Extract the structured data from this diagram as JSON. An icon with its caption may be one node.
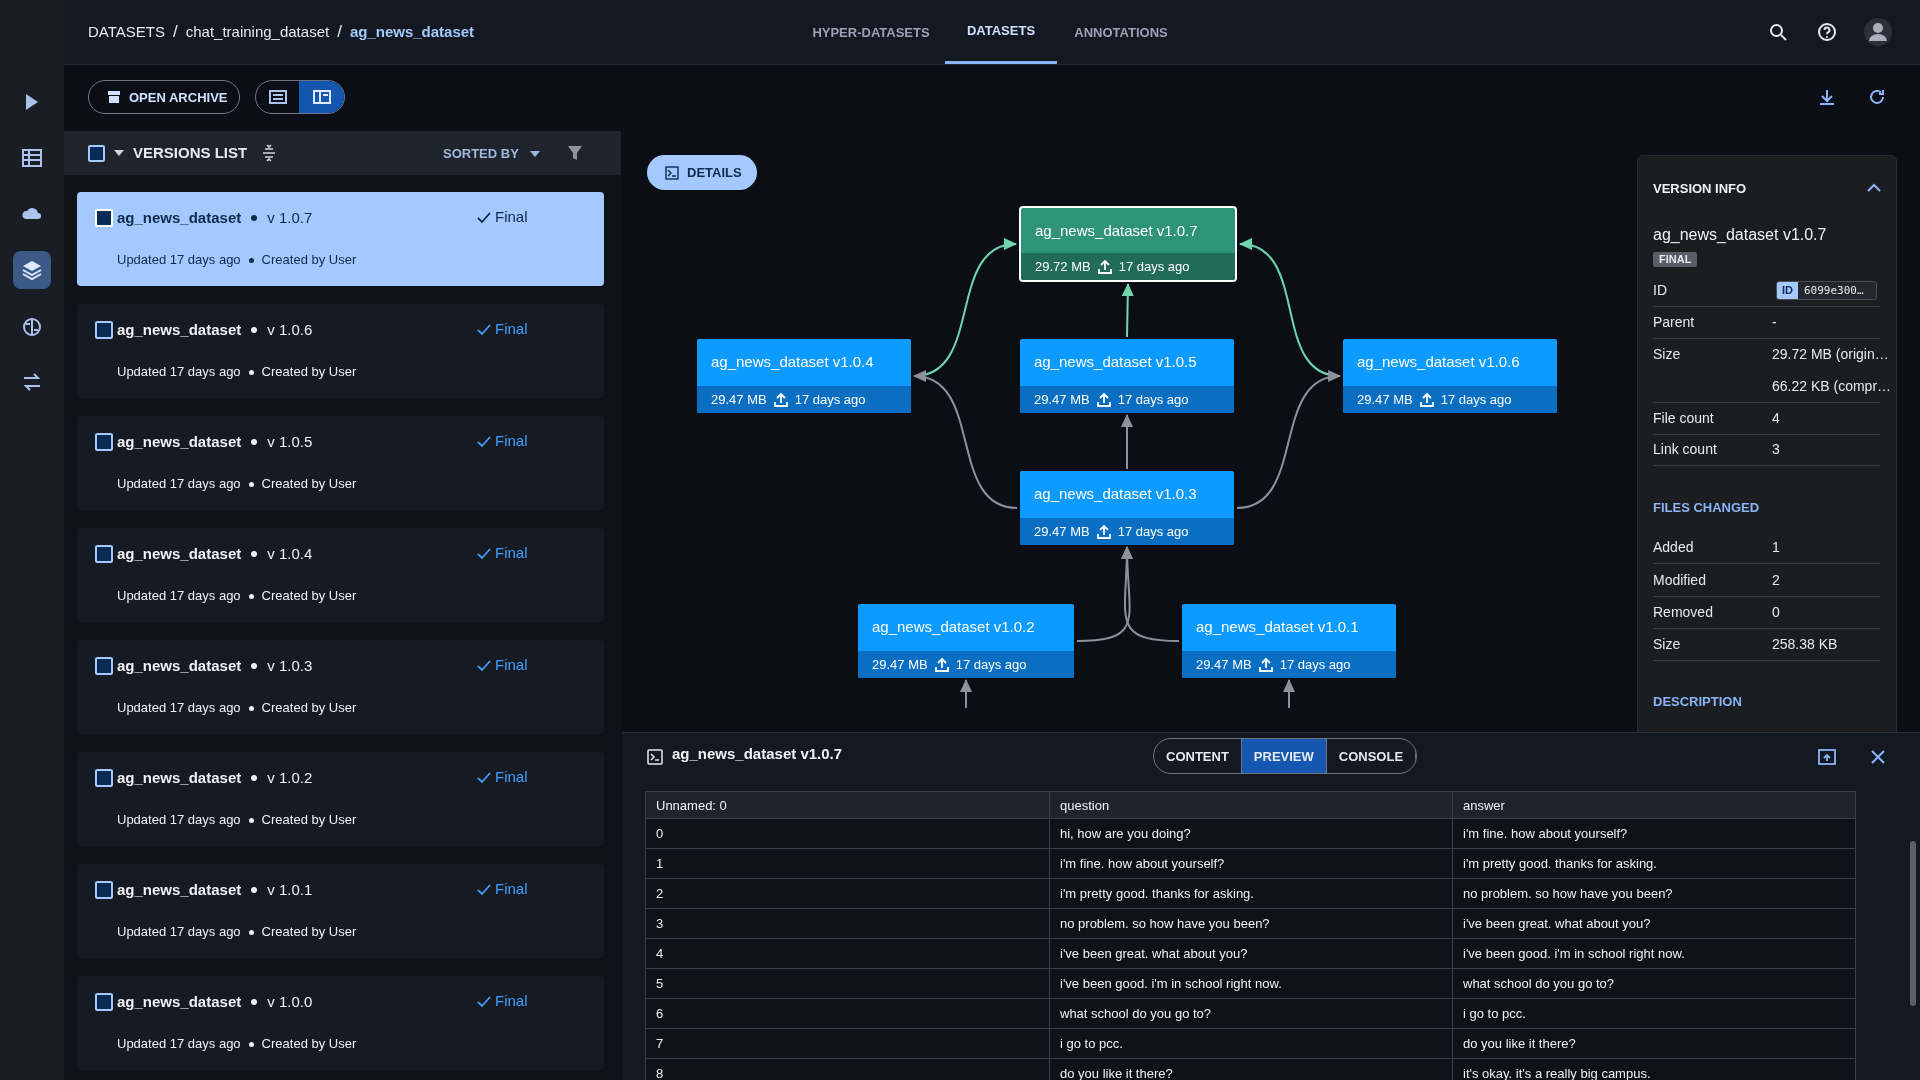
{
  "diagram": {
    "nodes": [
      {
        "text": [
          "ag_news_dataset",
          "v 1.0.7",
          "Final",
          "Updated 17 days ago",
          "Created by User"
        ]
      },
      {
        "text": [
          "ag_news_dataset",
          "v 1.0.6",
          "Final",
          "Updated 17 days ago",
          "Created by User"
        ]
      },
      {
        "text": [
          "ag_news_dataset",
          "v 1.0.5",
          "Final",
          "Updated 17 days ago",
          "Created by User"
        ]
      },
      {
        "text": [
          "ag_news_dataset",
          "v 1.0.4",
          "Final",
          "Updated 17 days ago",
          "Created by User"
        ]
      },
      {
        "text": [
          "ag_news_dataset",
          "v 1.0.3",
          "Final",
          "Updated 17 days ago",
          "Created by User"
        ]
      },
      {
        "text": [
          "ag_news_dataset",
          "v 1.0.2",
          "Final",
          "Updated 17 days ago",
          "Created by User"
        ]
      },
      {
        "text": [
          "ag_news_dataset",
          "v 1.0.1",
          "Final",
          "Updated 17 days ago",
          "Created by User"
        ]
      },
      {
        "text": [
          "ag_news_dataset",
          "v 1.0.0",
          "Final",
          "Updated 17 days ago",
          "Created by User"
        ]
      },
      {
        "text": [
          "ag_news_dataset v1.0.7",
          "29.72 MB",
          "17 days ago"
        ]
      },
      {
        "text": [
          "ag_news_dataset v1.0.4",
          "29.47 MB",
          "17 days ago"
        ]
      },
      {
        "text": [
          "ag_news_dataset v1.0.5",
          "29.47 MB",
          "17 days ago"
        ]
      },
      {
        "text": [
          "ag_news_dataset v1.0.6",
          "29.47 MB",
          "17 days ago"
        ]
      },
      {
        "text": [
          "ag_news_dataset v1.0.3",
          "29.47 MB",
          "17 days ago"
        ]
      },
      {
        "text": [
          "ag_news_dataset v1.0.2",
          "29.47 MB",
          "17 days ago"
        ]
      },
      {
        "text": [
          "ag_news_dataset v1.0.1",
          "29.47 MB",
          "17 days ago"
        ]
      }
    ],
    "edges": [
      {
        "from": 9,
        "to": 8,
        "arrow": "to",
        "color": "#6fd6b0"
      },
      {
        "from": 10,
        "to": 8,
        "arrow": "to",
        "color": "#6fd6b0"
      },
      {
        "from": 11,
        "to": 8,
        "arrow": "to",
        "color": "#6fd6b0"
      },
      {
        "from": 12,
        "to": 9,
        "arrow": "to"
      },
      {
        "from": 12,
        "to": 10,
        "arrow": "to"
      },
      {
        "from": 12,
        "to": 11,
        "arrow": "to"
      },
      {
        "from": 13,
        "to": 12,
        "arrow": "to"
      },
      {
        "from": 14,
        "to": 12,
        "arrow": "to"
      },
      {
        "from": null,
        "to": 13,
        "arrow": "to"
      },
      {
        "from": null,
        "to": 14,
        "arrow": "to"
      }
    ],
    "labels": [
      "DATASETS",
      "/",
      "chat_training_dataset",
      "/",
      "ag_news_dataset",
      "HYPER-DATASETS",
      "DATASETS",
      "ANNOTATIONS",
      "OPEN ARCHIVE",
      "VERSIONS LIST",
      "SORTED BY",
      "DETAILS",
      "VERSION INFO",
      "ag_news_dataset v1.0.7",
      "FINAL",
      "ID",
      "ID",
      "6099e300…",
      "Parent",
      "-",
      "Size",
      "29.72 MB (origin…",
      "66.22 KB (compr…",
      "File count",
      "4",
      "Link count",
      "3",
      "FILES CHANGED",
      "Added",
      "1",
      "Modified",
      "2",
      "Removed",
      "0",
      "Size",
      "258.38 KB",
      "DESCRIPTION",
      "ag_news_dataset v1.0.7",
      "CONTENT",
      "PREVIEW",
      "CONSOLE",
      "Unnamed: 0",
      "question",
      "answer",
      "0",
      "hi, how are you doing?",
      "i'm fine. how about yourself?",
      "1",
      "i'm fine. how about yourself?",
      "i'm pretty good. thanks for asking.",
      "2",
      "i'm pretty good. thanks for asking.",
      "no problem. so how have you been?",
      "3",
      "no problem. so how have you been?",
      "i've been great. what about you?",
      "4",
      "i've been great. what about you?",
      "i've been good. i'm in school right now.",
      "5",
      "i've been good. i'm in school right now.",
      "what school do you go to?",
      "6",
      "what school do you go to?",
      "i go to pcc.",
      "7",
      "i go to pcc.",
      "do you like it there?",
      "8",
      "do you like it there?",
      "it's okay. it's a really big campus."
    ]
  }
}
